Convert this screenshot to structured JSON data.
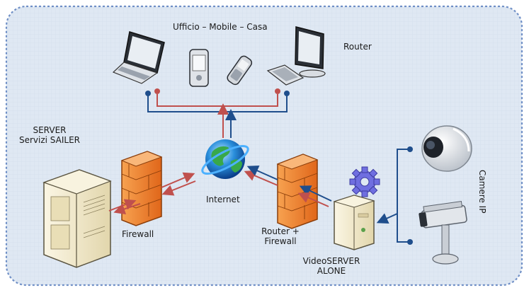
{
  "labels": {
    "devices_title": "Ufficio – Mobile – Casa",
    "router_top": "Router",
    "server_line1": "SERVER",
    "server_line2": "Servizi SAILER",
    "internet": "Internet",
    "firewall": "Firewall",
    "router_fw_line1": "Router +",
    "router_fw_line2": "Firewall",
    "videoserver_line1": "VideoSERVER",
    "videoserver_line2": "ALONE",
    "cameras": "Camere IP"
  },
  "colors": {
    "background": "#dde7f2",
    "border": "#6f8fc6",
    "blue_line": "#1f4e8c",
    "red_line": "#c0504d",
    "firewall_orange": "#f07f22",
    "server_beige": "#f3ebcf"
  },
  "icons": [
    "laptop-icon",
    "pda-icon",
    "phone-icon",
    "desktop-icon",
    "globe-icon",
    "firewall-icon",
    "server-icon",
    "gear-icon",
    "dome-camera-icon",
    "bullet-camera-icon"
  ]
}
